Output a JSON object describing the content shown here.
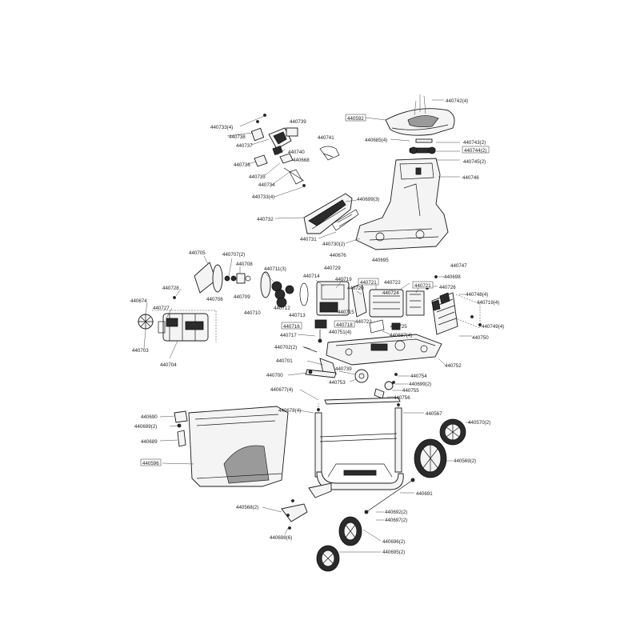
{
  "labels": {
    "l440742": "440742(4)",
    "l440592": "440592",
    "l440685": "440685(4)",
    "l440743": "440743(2)",
    "l440744": "440744(2)",
    "l440745": "440745(2)",
    "l440746": "440746",
    "l440733a": "440733(4)",
    "l440739": "440739",
    "l440738": "440738",
    "l440737": "440737",
    "l440740": "440740",
    "l440741": "440741",
    "l440668": "440668",
    "l440736": "440736",
    "l440735": "440735",
    "l440734": "440734",
    "l440733b": "440733(4)",
    "l440699a": "440699(3)",
    "l440732": "440732",
    "l440731": "440731",
    "l440730": "440730(2)",
    "l440676": "440676",
    "l440695": "440695",
    "l440747": "440747",
    "l440705": "440705",
    "l440707": "440707(2)",
    "l440708": "440708",
    "l440711": "440711(3)",
    "l440729": "440729",
    "l440698": "440698",
    "l440728": "440728",
    "l440706": "440706",
    "l440709": "440709",
    "l440714": "440714",
    "l440719": "440719",
    "l440721a": "440721",
    "l440722": "440722",
    "l440721b": "440721",
    "l440726": "440726",
    "l440674": "440674",
    "l440727": "440727",
    "l440720": "440720",
    "l440724": "440724",
    "l440748": "440748(4)",
    "l440719b": "440719(4)",
    "l440712": "440712",
    "l440710": "440710",
    "l440713": "440713",
    "l440715": "440715",
    "l440716": "440716",
    "l440718": "440718",
    "l440723": "440723",
    "l440725": "440725",
    "l440749": "440749(4)",
    "l440751": "440751(4)",
    "l440687": "440687(4)",
    "l440750": "440750",
    "l440703": "440703",
    "l440717": "440717",
    "l440702": "440702(2)",
    "l440704": "440704",
    "l440701": "440701",
    "l440752": "440752",
    "l440739b": "440739",
    "l440700": "440700",
    "l440754": "440754",
    "l440753": "440753",
    "l440699b": "440699(2)",
    "l440755": "440755",
    "l440677": "440677(4)",
    "l440756": "440756",
    "l440678": "440678(4)",
    "l440567": "440567",
    "l440690": "440690",
    "l440570": "440570(2)",
    "l440699c": "440699(2)",
    "l440689": "440689",
    "l440569": "440569(2)",
    "l440596": "440596",
    "l440691": "440691",
    "l440568": "440568(2)",
    "l440692": "440692(2)",
    "l440697": "440697(2)",
    "l440698b": "440698(6)",
    "l440696": "440696(2)",
    "l440695b": "440695(2)"
  }
}
